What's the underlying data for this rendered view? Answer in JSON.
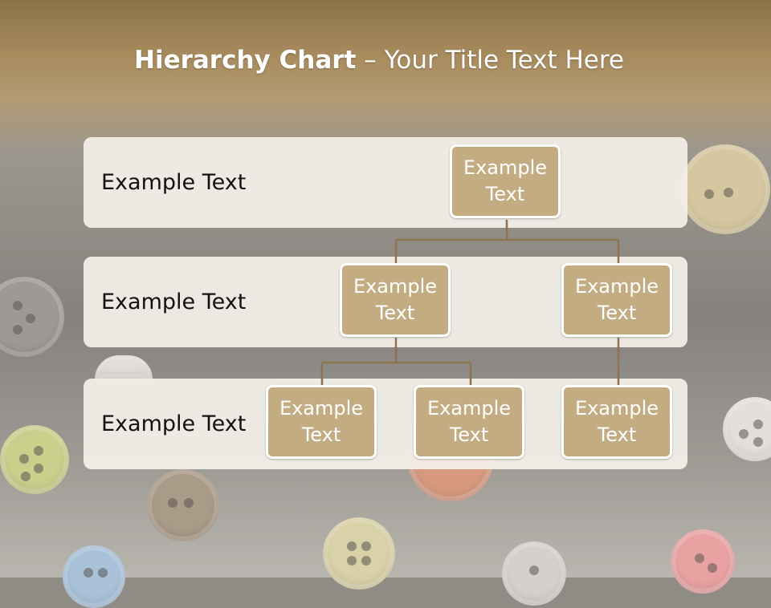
{
  "title": {
    "bold": "Hierarchy Chart",
    "rest": " – Your Title Text Here"
  },
  "levels": [
    {
      "label": "Example Text"
    },
    {
      "label": "Example Text"
    },
    {
      "label": "Example Text"
    }
  ],
  "nodes": {
    "root": "Example Text",
    "level2_left": "Example Text",
    "level2_right": "Example Text",
    "level3_a": "Example Text",
    "level3_b": "Example Text",
    "level3_c": "Example Text"
  },
  "colors": {
    "node_fill": "#c3ab82",
    "node_border": "#ffffff",
    "band_fill": "#f4f0e9",
    "connector": "#8d7450"
  }
}
